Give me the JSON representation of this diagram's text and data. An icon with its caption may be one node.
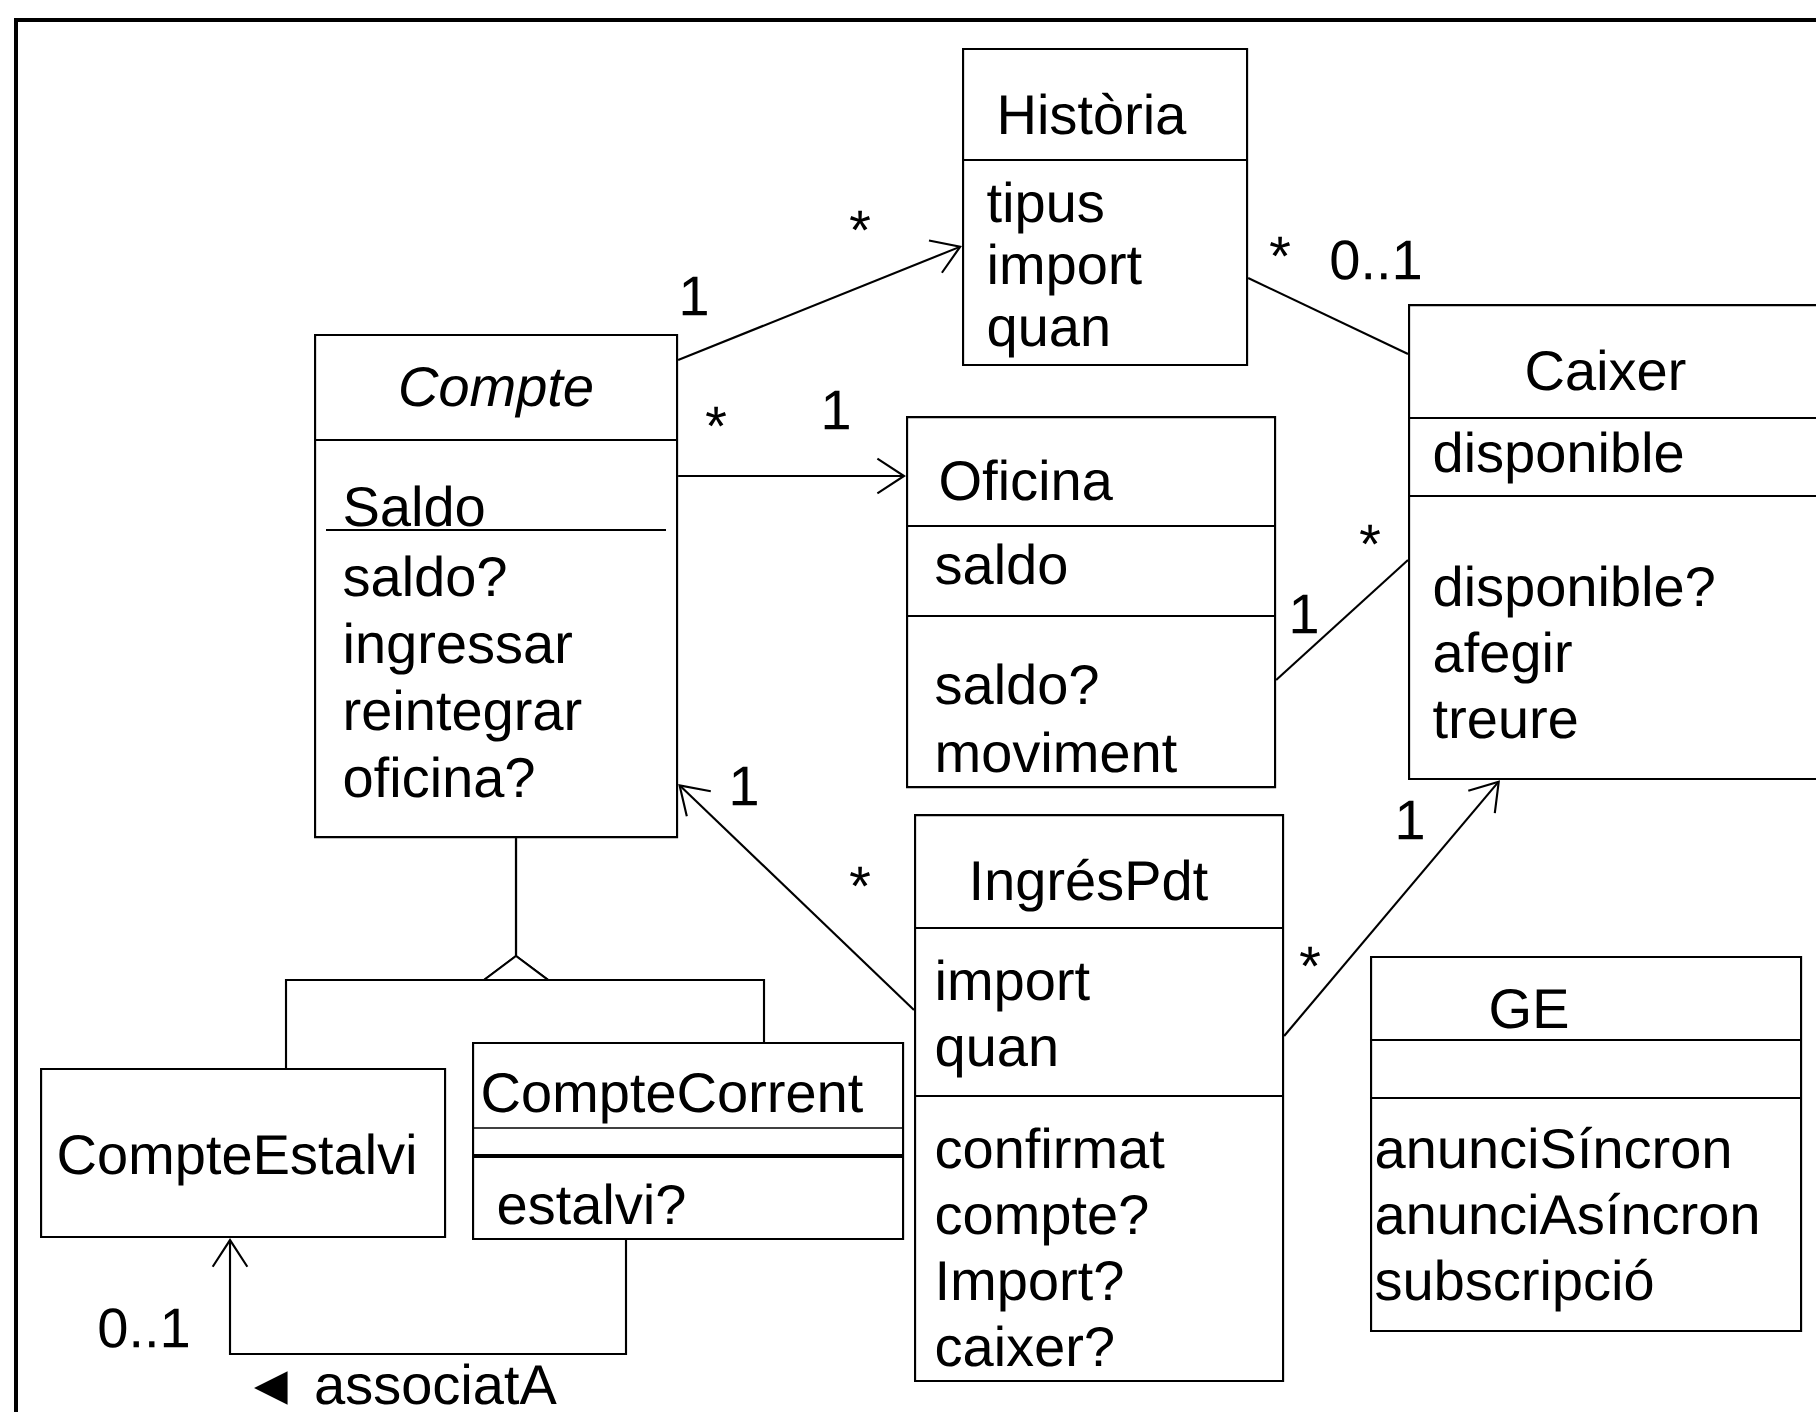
{
  "diagram": {
    "nodes": [
      {
        "text": [
          "Història",
          "tipus import quan"
        ]
      },
      {
        "text": [
          "Compte",
          "Saldo",
          "saldo? ingressar reintegrar oficina?"
        ]
      },
      {
        "text": [
          "Oficina",
          "saldo",
          "saldo? moviment"
        ]
      },
      {
        "text": [
          "Caixer",
          "disponible",
          "disponible? afegir treure"
        ]
      },
      {
        "text": [
          "IngrésPdt",
          "import quan",
          "confirmat compte? Import? caixer?"
        ]
      },
      {
        "text": [
          "CompteEstalvi"
        ]
      },
      {
        "text": [
          "CompteCorrent",
          "estalvi?"
        ]
      },
      {
        "text": [
          "GE",
          "anunciSíncron anunciAsíncron subscripció"
        ]
      }
    ],
    "edges": [
      {
        "from": 1,
        "to": 0,
        "arrow": "to"
      },
      {
        "from": 1,
        "to": 2,
        "arrow": "to"
      },
      {
        "from": 0,
        "to": 3,
        "arrow": "none"
      },
      {
        "from": 2,
        "to": 3,
        "arrow": "none"
      },
      {
        "from": 4,
        "to": 1,
        "arrow": "to"
      },
      {
        "from": 4,
        "to": 3,
        "arrow": "to"
      },
      {
        "from": 5,
        "to": 1,
        "arrow": "to"
      },
      {
        "from": 6,
        "to": 1,
        "arrow": "to"
      },
      {
        "from": 6,
        "to": 5,
        "arrow": "to",
        "label": "◄ associatA"
      }
    ],
    "labels": [
      "*",
      "1",
      "*",
      "0..1",
      "*",
      "1",
      "*",
      "1",
      "1",
      "1",
      "*",
      "*",
      "0..1"
    ]
  }
}
